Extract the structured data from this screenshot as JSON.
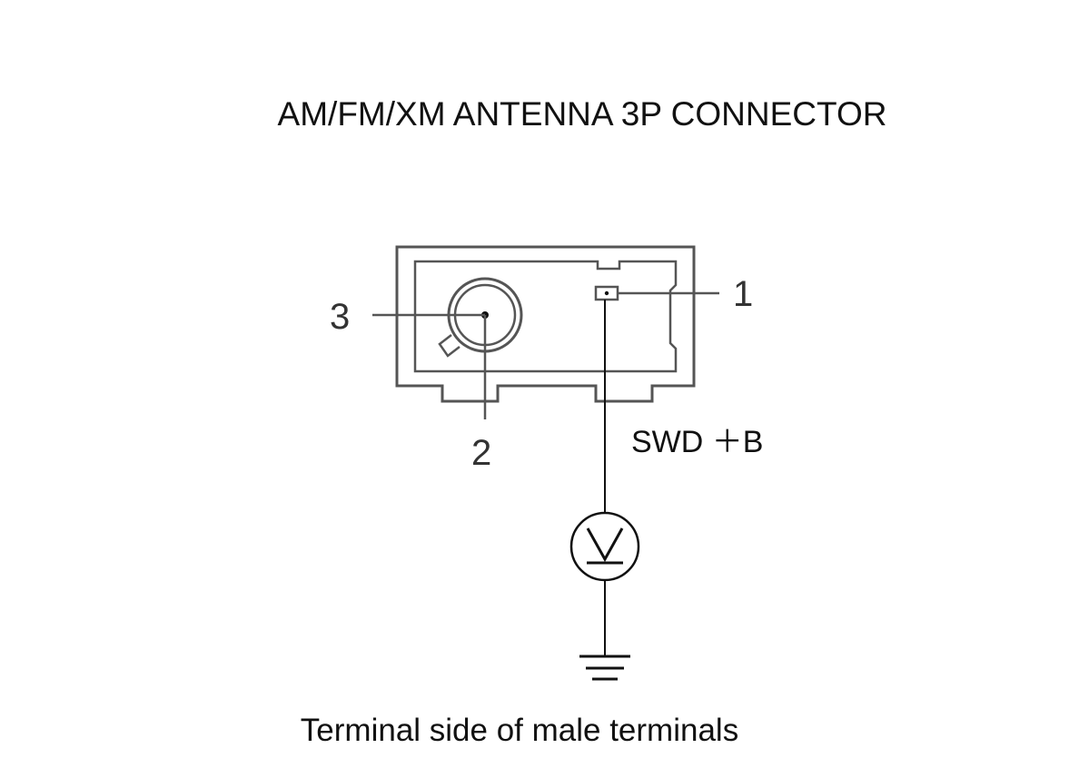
{
  "diagram": {
    "title": "AM/FM/XM ANTENNA 3P CONNECTOR",
    "caption": "Terminal side of male terminals",
    "pins": {
      "pin1": "1",
      "pin2": "2",
      "pin3": "3"
    },
    "signal_label": "SWD ＋B",
    "symbols": {
      "meter": "voltmeter-icon",
      "ground": "ground-icon"
    },
    "colors": {
      "line": "#111111",
      "connector_outline": "#555555",
      "background": "#ffffff"
    }
  }
}
